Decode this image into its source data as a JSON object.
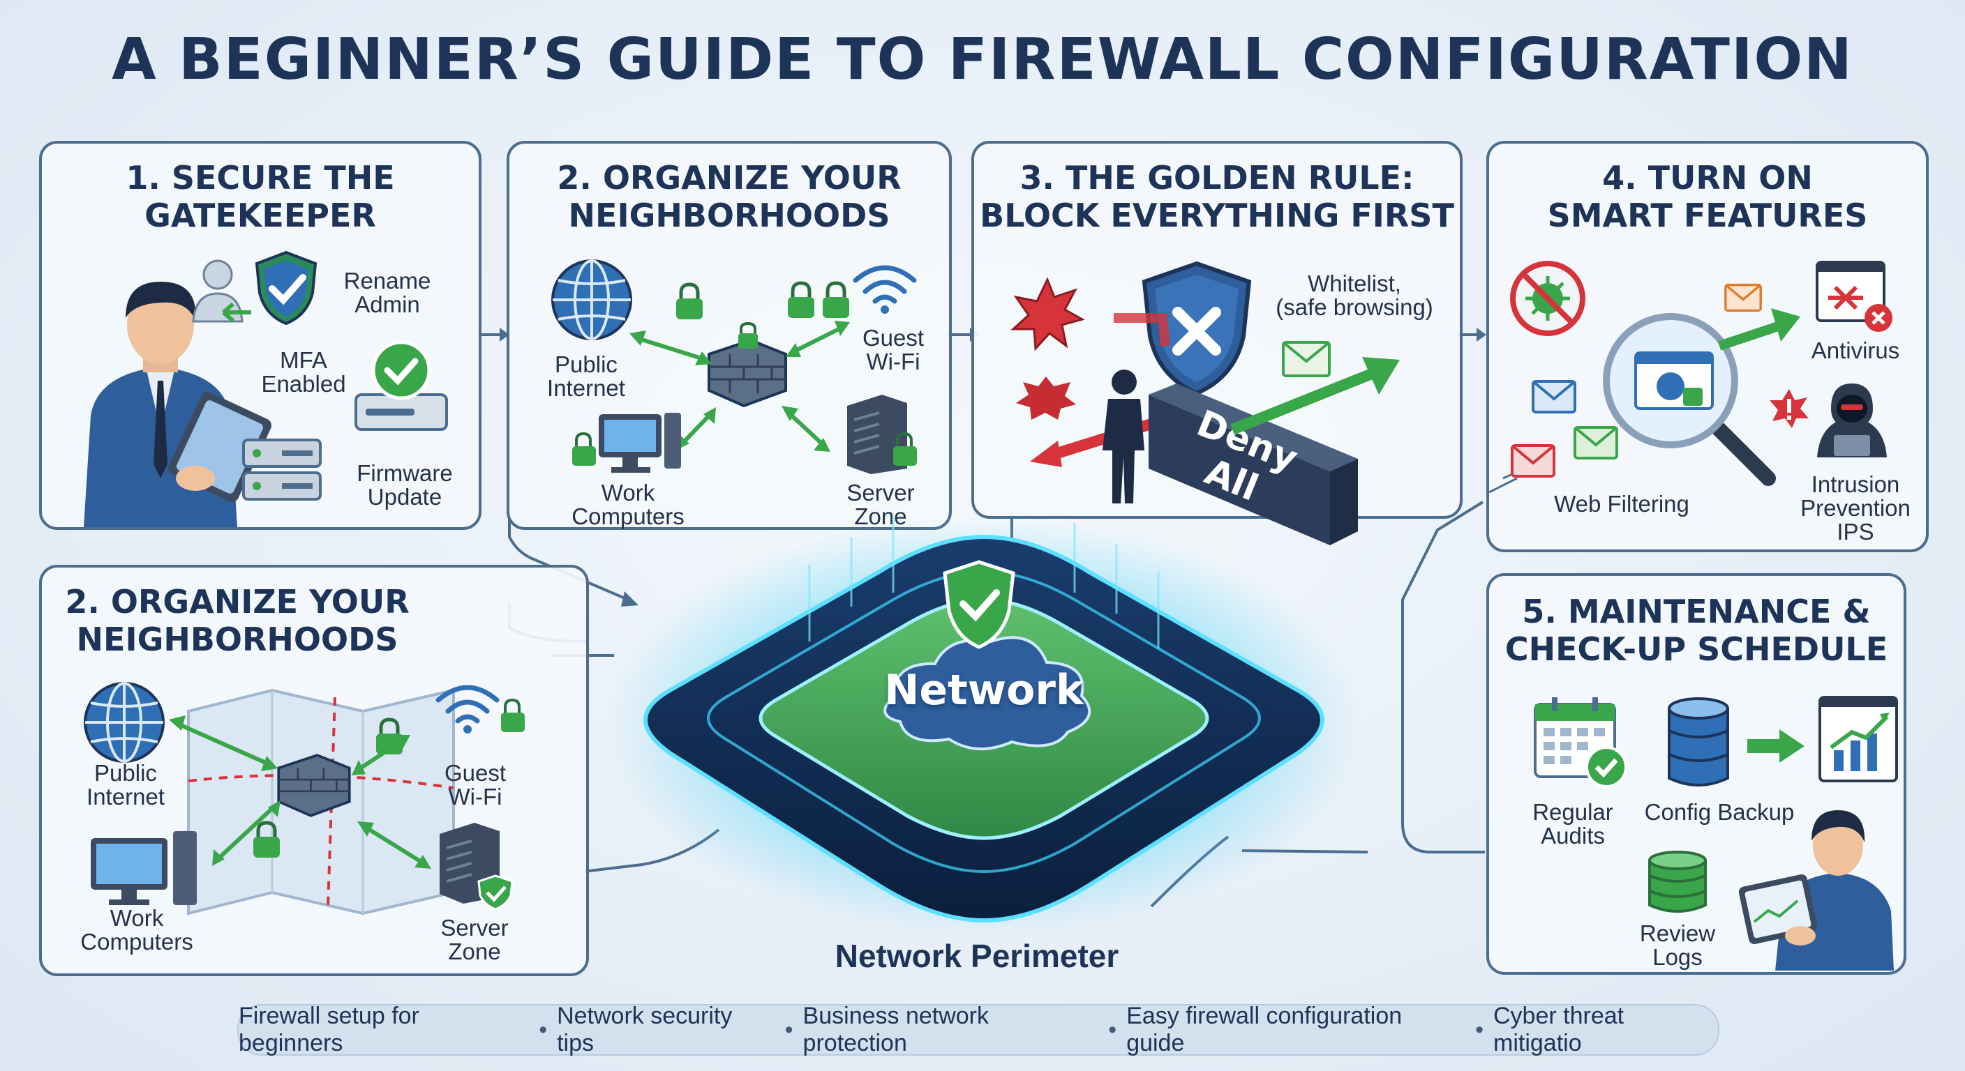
{
  "title": "A BEGINNER’S GUIDE TO FIREWALL CONFIGURATION",
  "panels": {
    "p1": {
      "title": "1. SECURE THE\nGATEKEEPER",
      "labels": {
        "rename": "Rename\nAdmin",
        "mfa": "MFA\nEnabled",
        "firmware": "Firmware\nUpdate"
      }
    },
    "p2": {
      "title": "2. ORGANIZE YOUR\nNEIGHBORHOODS",
      "labels": {
        "internet": "Public\nInternet",
        "guest": "Guest\nWi-Fi",
        "work": "Work\nComputers",
        "server": "Server\nZone"
      }
    },
    "p3": {
      "title": "3. THE GOLDEN RULE:\nBLOCK EVERYTHING FIRST",
      "labels": {
        "whitelist": "Whitelist,\n(safe browsing)",
        "deny": "Deny All"
      }
    },
    "p4": {
      "title": "4. TURN ON\nSMART FEATURES",
      "labels": {
        "antivirus": "Antivirus",
        "webfilter": "Web Filtering",
        "ips": "Intrusion\nPrevention\nIPS"
      }
    },
    "p2b": {
      "title": "2. ORGANIZE YOUR\nNEIGHBORHOODS",
      "labels": {
        "internet": "Public\nInternet",
        "guest": "Guest\nWi-Fi",
        "work": "Work\nComputers",
        "server": "Server\nZone"
      }
    },
    "p5": {
      "title": "5. MAINTENANCE &\nCHECK-UP SCHEDULE",
      "labels": {
        "audits": "Regular\nAudits",
        "backup": "Config Backup",
        "logs": "Review\nLogs"
      }
    }
  },
  "center": {
    "network": "Network",
    "perimeter": "Network Perimeter"
  },
  "footer": {
    "items": [
      "Firewall setup for beginners",
      "Network security tips",
      "Business network protection",
      "Easy firewall configuration guide",
      "Cyber threat mitigatio"
    ],
    "separator": "•"
  },
  "colors": {
    "navy": "#1d3357",
    "green": "#3aa64a",
    "blue": "#2f6fb5",
    "red": "#d6333a",
    "cyan": "#3ad0f0"
  }
}
